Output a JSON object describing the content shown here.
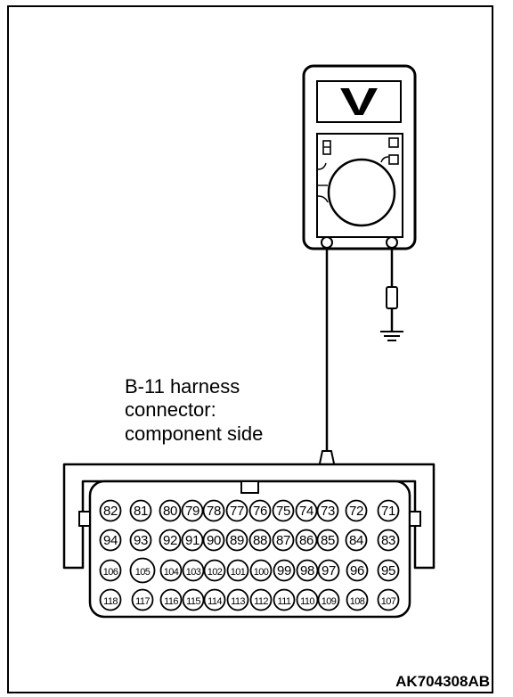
{
  "meter": {
    "display_symbol": "V"
  },
  "connector_label": {
    "lines": [
      "B-11 harness",
      "connector:",
      "component side"
    ]
  },
  "pins": {
    "row1": [
      "82",
      "81",
      "80",
      "79",
      "78",
      "77",
      "76",
      "75",
      "74",
      "73",
      "72",
      "71"
    ],
    "row2": [
      "94",
      "93",
      "92",
      "91",
      "90",
      "89",
      "88",
      "87",
      "86",
      "85",
      "84",
      "83"
    ],
    "row3": [
      "106",
      "105",
      "104",
      "103",
      "102",
      "101",
      "100",
      "99",
      "98",
      "97",
      "96",
      "95"
    ],
    "row4": [
      "118",
      "117",
      "116",
      "115",
      "114",
      "113",
      "112",
      "111",
      "110",
      "109",
      "108",
      "107"
    ]
  },
  "probe_pin": "73",
  "figure_code": "AK704308AB"
}
